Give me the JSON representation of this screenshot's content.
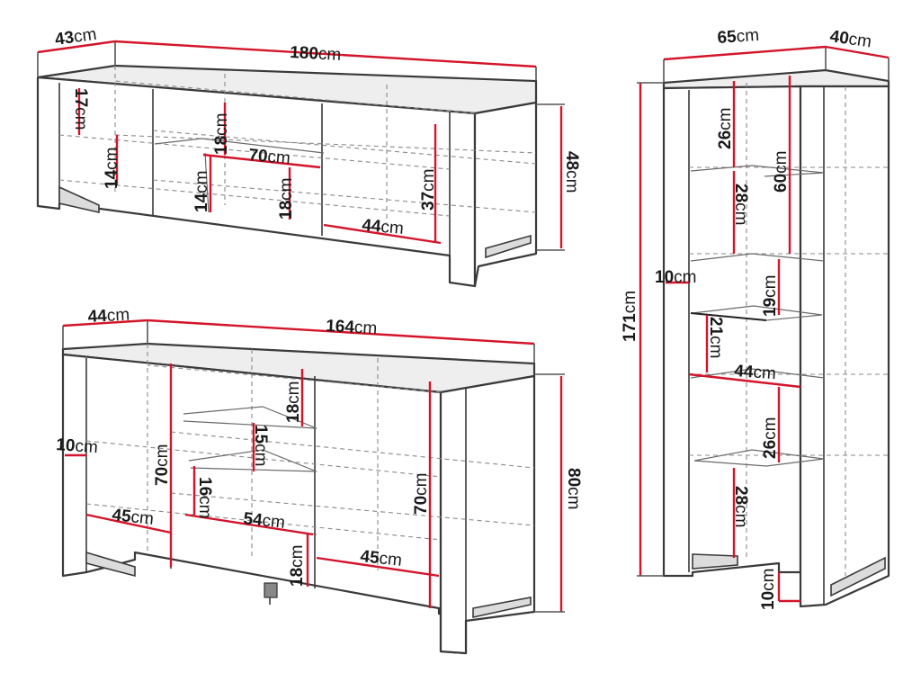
{
  "colors": {
    "dimension_red": "#d4142a",
    "outline": "#3a3a3a",
    "dashed": "#8a8a8a"
  },
  "tv_unit": {
    "depth": "43",
    "width": "180",
    "height": "48",
    "shelf_a": "17",
    "shelf_b": "14",
    "shelf_c": "18",
    "shelf_d": "14",
    "drawer_width": "70",
    "drawer_height": "18",
    "comp_height": "37",
    "comp_width": "44"
  },
  "sideboard": {
    "depth": "44",
    "width": "164",
    "height": "80",
    "left_shelf": "10",
    "left_height": "70",
    "left_width": "45",
    "top_drawer": "18",
    "mid_shelf": "15",
    "low_shelf": "16",
    "inner_width": "54",
    "bottom_drawer": "18",
    "right_height": "70",
    "right_width": "45"
  },
  "tall_cabinet": {
    "width": "65",
    "depth": "40",
    "height": "171",
    "top_section": "26",
    "glass_height": "60",
    "shelf_1": "28",
    "shelf_2": "10",
    "shelf_3": "19",
    "shelf_4": "21",
    "inner_width": "44",
    "shelf_5": "26",
    "shelf_6": "28",
    "plinth": "10"
  },
  "unit": "cm"
}
